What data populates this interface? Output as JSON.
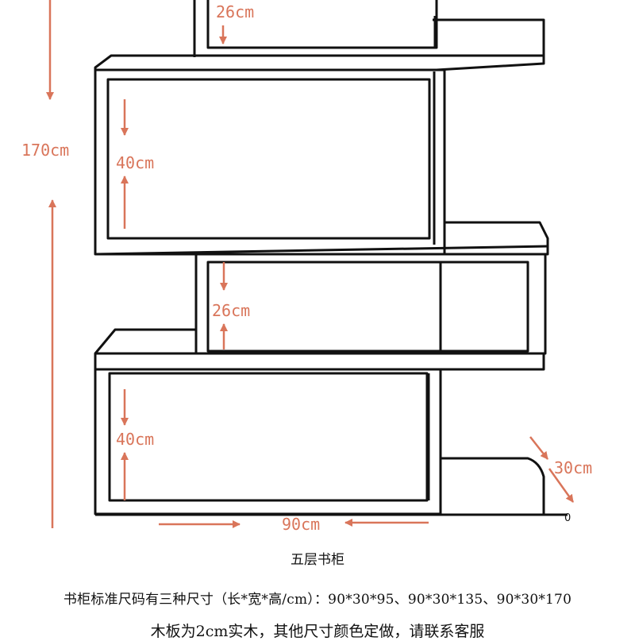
{
  "dimensions": {
    "total_height": "170cm",
    "top_shelf": "26cm",
    "upper_shelf": "40cm",
    "middle_shelf": "26cm",
    "lower_shelf": "40cm",
    "width": "90cm",
    "depth": "30cm",
    "origin": "0"
  },
  "caption": {
    "title": "五层书柜",
    "sizes_line": "书柜标准尺码有三种尺寸（长*宽*高/cm）：90*30*95、90*30*135、90*30*170",
    "material_line": "木板为2cm实木，其他尺寸颜色定做，请联系客服"
  },
  "colors": {
    "dimension": "#d9755a",
    "outline": "#111111",
    "background": "#ffffff"
  }
}
